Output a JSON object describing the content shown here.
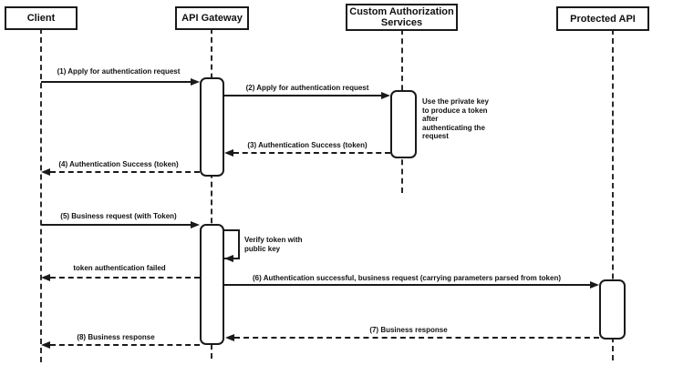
{
  "participants": [
    {
      "label": "Client"
    },
    {
      "label": "API Gateway"
    },
    {
      "label": "Custom Authorization Services"
    },
    {
      "label": "Protected API"
    }
  ],
  "messages": [
    {
      "label": "(1) Apply for authentication request",
      "from": "Client",
      "to": "API Gateway",
      "line": "solid"
    },
    {
      "label": "(2) Apply for authentication request",
      "from": "API Gateway",
      "to": "Custom Authorization Services",
      "line": "solid"
    },
    {
      "label": "(3) Authentication Success (token)",
      "from": "Custom Authorization Services",
      "to": "API Gateway",
      "line": "dashed"
    },
    {
      "label": "(4) Authentication Success (token)",
      "from": "API Gateway",
      "to": "Client",
      "line": "dashed"
    },
    {
      "label": "(5) Business request (with Token)",
      "from": "Client",
      "to": "API Gateway",
      "line": "solid"
    },
    {
      "label": "Verify token with public key",
      "from": "API Gateway",
      "to": "API Gateway",
      "line": "solid",
      "self": true
    },
    {
      "label": "token authentication failed",
      "from": "API Gateway",
      "to": "Client",
      "line": "dashed"
    },
    {
      "label": "(6) Authentication successful, business request (carrying parameters parsed from token)",
      "from": "API Gateway",
      "to": "Protected API",
      "line": "solid"
    },
    {
      "label": "(7) Business response",
      "from": "Protected API",
      "to": "API Gateway",
      "line": "dashed"
    },
    {
      "label": "(8) Business response",
      "from": "API Gateway",
      "to": "Client",
      "line": "dashed"
    }
  ],
  "notes": [
    {
      "label": "Use the private key to produce a token after authenticating the request"
    }
  ],
  "colors": {
    "line": "#1a1a1a",
    "text": "#111111",
    "background": "#ffffff"
  }
}
